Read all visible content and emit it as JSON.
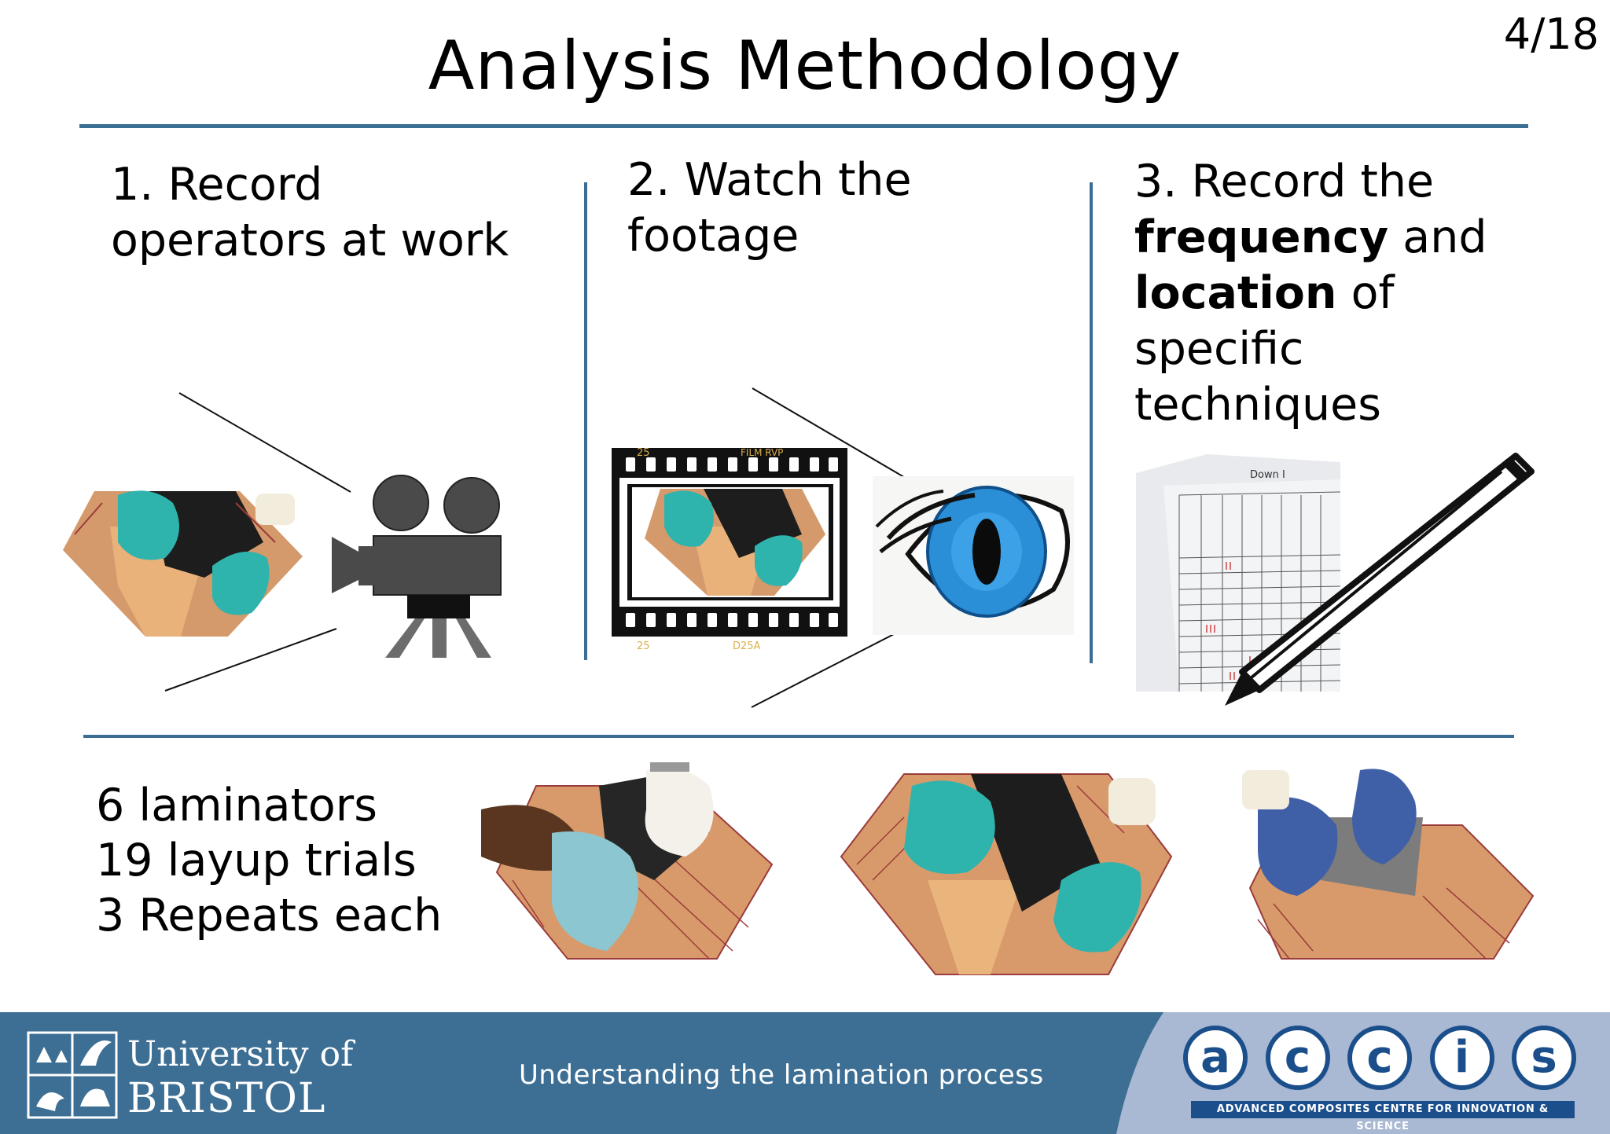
{
  "slide": {
    "title": "Analysis Methodology",
    "page_number": "4/18"
  },
  "steps": [
    {
      "line1": "1. Record",
      "line2": "operators at work"
    },
    {
      "line1": "2. Watch the",
      "line2": "footage"
    },
    {
      "line1": "3. Record the",
      "bold1": "frequency",
      "after1": " and",
      "bold2": "location",
      "after2": " of",
      "line4": "specific",
      "line5": "techniques"
    }
  ],
  "stats": {
    "line1": "6 laminators",
    "line2": "19 layup trials",
    "line3": "3 Repeats each"
  },
  "film": {
    "top_left": "25",
    "top_right": "FILM RVP",
    "bottom_left": "25",
    "bottom_right": "D25A"
  },
  "sheet": {
    "name_label": "Down I"
  },
  "footer": {
    "university_line1": "University of",
    "university_line2": "BRISTOL",
    "caption": "Understanding the lamination process",
    "accis_letters": [
      "a",
      "c",
      "c",
      "i",
      "s"
    ],
    "accis_tagline": "ADVANCED COMPOSITES CENTRE FOR INNOVATION & SCIENCE"
  },
  "icons": [
    "camera-icon",
    "eye-icon",
    "pencil-icon",
    "film-strip-icon",
    "university-crest-icon"
  ],
  "colors": {
    "accent_blue": "#3b6e95",
    "footer_blue": "#3d6e93",
    "footer_light": "#a9b8d3",
    "accis_blue": "#1b4f8b",
    "glove_teal": "#2fb3ad",
    "ply_tan": "#e7b07a",
    "eye_blue": "#2a8fd6"
  }
}
